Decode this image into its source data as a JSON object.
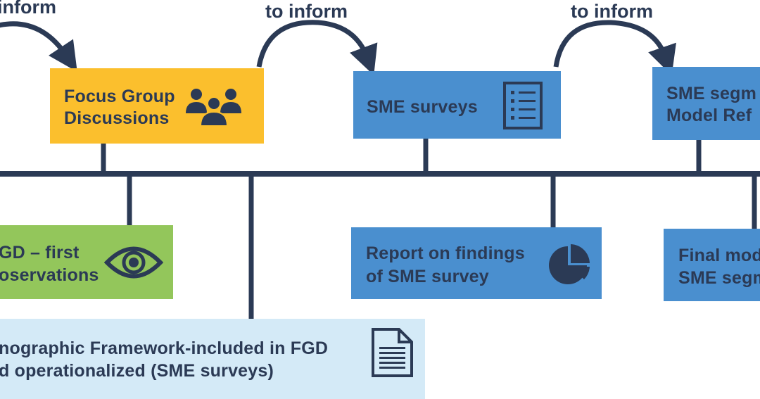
{
  "colors": {
    "navy": "#2b3a55",
    "yellow": "#fbbf2d",
    "blue": "#4a8fcf",
    "green": "#93c65b",
    "lightblue": "#d4eaf7"
  },
  "arrows": {
    "label_left": "inform",
    "label_mid": "to inform",
    "label_right": "to inform"
  },
  "top_boxes": {
    "fgd": {
      "line1": "Focus Group",
      "line2": "Discussions",
      "icon": "people-group-icon"
    },
    "surveys": {
      "line1": "SME surveys",
      "icon": "checklist-icon"
    },
    "segment": {
      "line1": "SME segm",
      "line2": "Model Ref"
    }
  },
  "bottom_boxes": {
    "observations": {
      "line1": "GD – first",
      "line2": "oservations",
      "icon": "eye-icon"
    },
    "framework": {
      "line1": "nographic Framework-included in FGD",
      "line2": "d operationalized (SME surveys)",
      "icon": "document-icon"
    },
    "report": {
      "line1": "Report on findings",
      "line2": "of SME survey",
      "icon": "pie-chart-icon"
    },
    "final": {
      "line1": "Final mod",
      "line2": "SME segm"
    }
  }
}
